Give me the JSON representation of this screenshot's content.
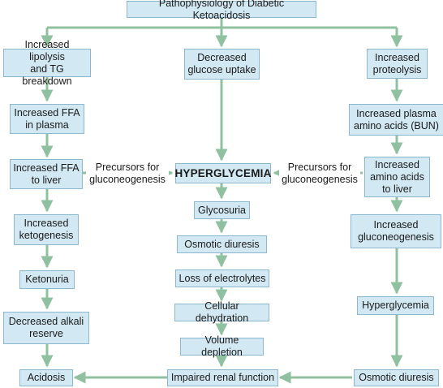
{
  "title": "Pathophysiology of Diabetic Ketoacidosis",
  "colors": {
    "box_fill": "#d2e8f3",
    "box_border": "#8bb8cf",
    "arrow": "#8fc1a0"
  },
  "left": {
    "lipolysis": "Increased lipolysis\nand TG breakdown",
    "ffa_plasma": "Increased FFA\nin plasma",
    "ffa_liver": "Increased FFA\nto liver",
    "ketogenesis": "Increased\nketogenesis",
    "ketonuria": "Ketonuria",
    "alkali": "Decreased alkali\nreserve",
    "acidosis": "Acidosis"
  },
  "center": {
    "glucose_uptake": "Decreased\nglucose uptake",
    "hyperglycemia": "HYPERGLYCEMIA",
    "glycosuria": "Glycosuria",
    "osmotic_diuresis": "Osmotic diuresis",
    "electrolytes": "Loss of electrolytes",
    "dehydration": "Cellular dehydration",
    "volume": "Volume depletion",
    "renal": "Impaired renal function"
  },
  "right": {
    "proteolysis": "Increased\nproteolysis",
    "plasma_aa": "Increased plasma\namino acids (BUN)",
    "aa_liver": "Increased\namino acids\nto liver",
    "gluconeogenesis": "Increased\ngluconeogenesis",
    "hyperglycemia": "Hyperglycemia",
    "osmotic_diuresis": "Osmotic diuresis"
  },
  "labels": {
    "precursors_left": "Precursors for\ngluconeogenesis",
    "precursors_right": "Precursors for\ngluconeogenesis"
  }
}
